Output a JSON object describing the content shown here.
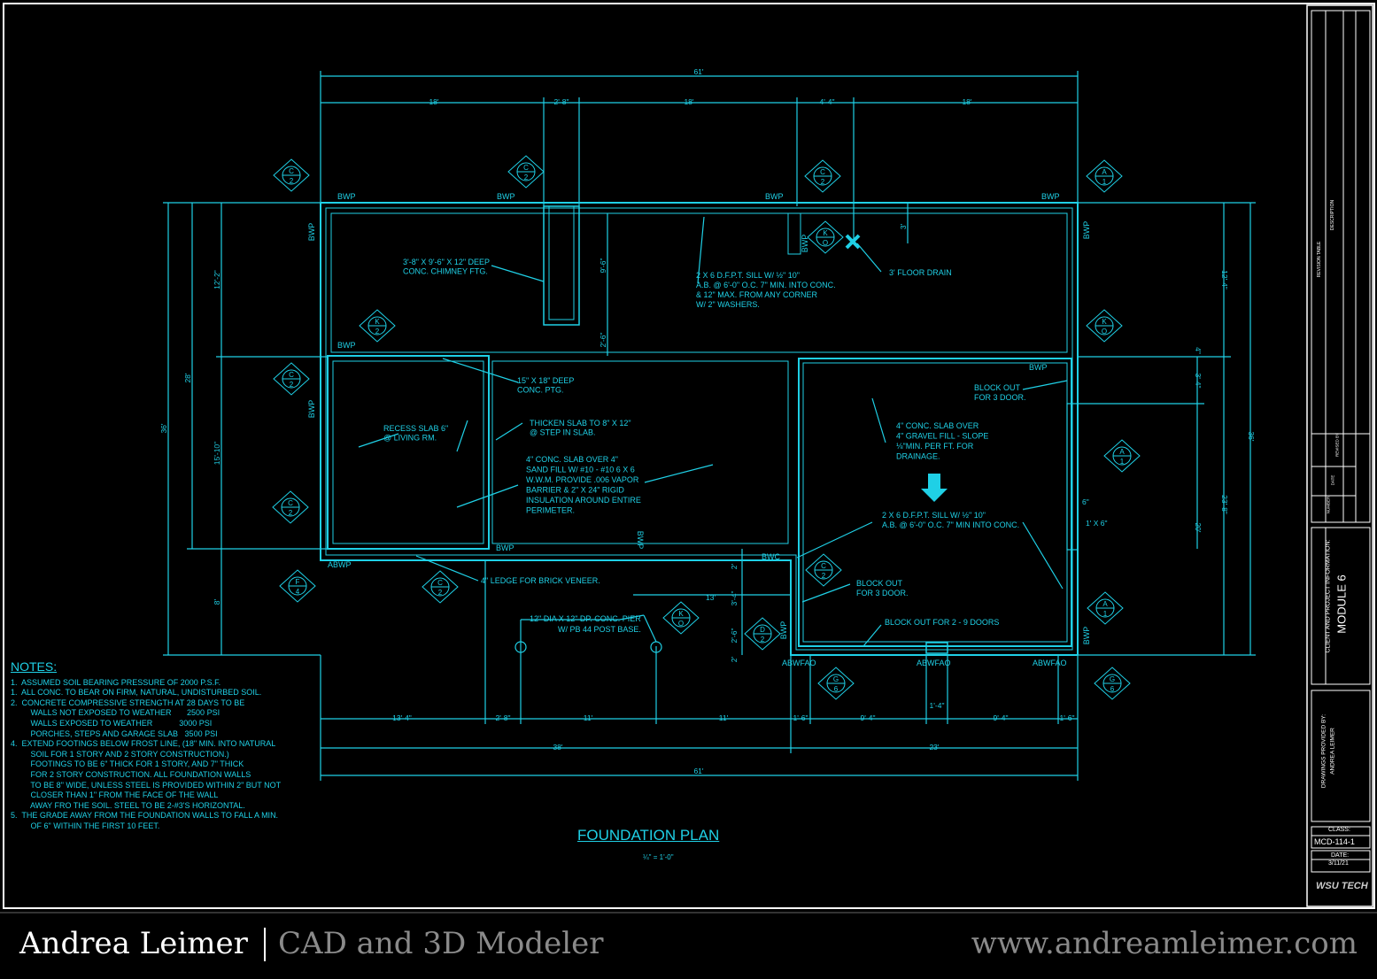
{
  "plan": {
    "title": "FOUNDATION PLAN",
    "scale": "¼\" = 1'-0\""
  },
  "notes": {
    "heading": "NOTES:",
    "lines": [
      "1.  ASSUMED SOIL BEARING PRESSURE OF 2000 P.S.F.",
      "1.  ALL CONC. TO BEAR ON FIRM, NATURAL, UNDISTURBED SOIL.",
      "2.  CONCRETE COMPRESSIVE STRENGTH AT 28 DAYS TO BE",
      "         WALLS NOT EXPOSED TO WEATHER       2500 PSI",
      "         WALLS EXPOSED TO WEATHER            3000 PSI",
      "         PORCHES, STEPS AND GARAGE SLAB   3500 PSI",
      "4.  EXTEND FOOTINGS BELOW FROST LINE, (18\" MIN. INTO NATURAL",
      "         SOIL FOR 1 STORY AND 2 STORY CONSTRUCTION.)",
      "         FOOTINGS TO BE 6\" THICK FOR 1 STORY, AND 7\" THICK",
      "         FOR 2 STORY CONSTRUCTION. ALL FOUNDATION WALLS",
      "         TO BE 8\" WIDE, UNLESS STEEL IS PROVIDED WITHIN 2\" BUT NOT",
      "         CLOSER THAN 1\" FROM THE FACE OF THE WALL",
      "         AWAY FRO THE SOIL. STEEL TO BE 2-#3'S HORIZONTAL.",
      "5.  THE GRADE AWAY FROM THE FOUNDATION WALLS TO FALL A MIN.",
      "         OF 6\" WITHIN THE FIRST 10 FEET."
    ]
  },
  "annotations": {
    "chimney": [
      "3'-8\" X 9'-6\" X 12\" DEEP",
      "CONC. CHIMNEY FTG."
    ],
    "sill_top": [
      "2 X 6 D.F.P.T. SILL W/ ½\" 10\"",
      "A.B. @ 6'-0\" O.C. 7\" MIN. INTO CONC.",
      "& 12\" MAX. FROM  ANY CORNER",
      "W/ 2\" WASHERS."
    ],
    "floor_drain": "3' FLOOR DRAIN",
    "ptg": [
      "15\" X 18\" DEEP",
      "CONC. PTG."
    ],
    "recess": [
      "RECESS SLAB 6\"",
      "@ LIVING RM."
    ],
    "thicken": [
      "THICKEN SLAB TO 8\" X 12\"",
      "@ STEP IN SLAB."
    ],
    "slab": [
      "4\" CONC. SLAB OVER 4\"",
      "SAND FILL W/ #10 - #10 6 X 6",
      "W.W.M. PROVIDE .006 VAPOR",
      "BARRIER & 2\" X 24\" RIGID",
      "INSULATION AROUND ENTIRE",
      "PERIMETER."
    ],
    "block_out_top": [
      "BLOCK OUT",
      "FOR 3 DOOR."
    ],
    "garage_slab": [
      "4\" CONC. SLAB OVER",
      "4\" GRAVEL FILL - SLOPE",
      "⅛\"MIN. PER FT. FOR",
      "DRAINAGE."
    ],
    "sill_garage": [
      "2 X 6 D.F.P.T. SILL W/ ½\" 10\"",
      "A.B. @ 6'-0\" O.C. 7\" MIN INTO CONC."
    ],
    "ledge": "4\" LEDGE FOR BRICK VENEER.",
    "block_out_mid": [
      "BLOCK OUT",
      "FOR 3 DOOR."
    ],
    "block_out_doors": "BLOCK OUT FOR 2 - 9 DOORS",
    "pier": [
      "12\" DIA X 12\" DP. CONC. PIER",
      "W/ PB 44 POST BASE."
    ]
  },
  "tags": {
    "bwp": "BWP",
    "abwp": "ABWP",
    "abwfao": "ABWFAO",
    "bwc": "BWC"
  },
  "section_marks": [
    {
      "top": "C",
      "bottom": "2"
    },
    {
      "top": "C",
      "bottom": "2"
    },
    {
      "top": "C",
      "bottom": "2"
    },
    {
      "top": "A",
      "bottom": "1"
    },
    {
      "top": "K",
      "bottom": "O"
    },
    {
      "top": "K",
      "bottom": "2"
    },
    {
      "top": "K",
      "bottom": "O"
    },
    {
      "top": "C",
      "bottom": "2"
    },
    {
      "top": "A",
      "bottom": "1"
    },
    {
      "top": "C",
      "bottom": "2"
    },
    {
      "top": "F",
      "bottom": "4"
    },
    {
      "top": "C",
      "bottom": "2"
    },
    {
      "top": "C",
      "bottom": "2"
    },
    {
      "top": "K",
      "bottom": "O"
    },
    {
      "top": "D",
      "bottom": "2"
    },
    {
      "top": "A",
      "bottom": "1"
    },
    {
      "top": "G",
      "bottom": "6"
    },
    {
      "top": "G",
      "bottom": "6"
    }
  ],
  "dimensions": {
    "overall_top": "61'",
    "top_row": [
      "18'",
      "2'-8\"",
      "18'",
      "4'-4\"",
      "18'"
    ],
    "left_36": "36'",
    "left_28": "28'",
    "left_8": "8'",
    "left_12_2": "12'-2\"",
    "left_15_10": "15'-10\"",
    "right_36": "36'",
    "right_12_4": "12'-4\"",
    "right_23_8": "23'-8\"",
    "right_3_4": "3'-4\"",
    "right_4": "4\"",
    "right_20": "20'",
    "right_6": "6\"",
    "right_1_6": "1' X 6\"",
    "chimney_9_6": "9'-6\"",
    "chimney_2_6": "2'-6\"",
    "drain_3": "3'",
    "mid_13": "13'",
    "mid_3_4": "3'-4\"",
    "mid_2_6": "2'-6\"",
    "mid_2": "2'",
    "mid_2b": "2'",
    "bottom_row1": [
      "13'-4\"",
      "2'-8\"",
      "11'",
      "11'",
      "1'-6\"",
      "9'-4\"",
      "1'-4\"",
      "9'-4\"",
      "1'-6\""
    ],
    "bottom_38": "38'",
    "bottom_23": "23'",
    "bottom_61": "61'"
  },
  "title_block": {
    "revision_table": "REVISION TABLE",
    "description": "DESCRIPTION",
    "number": "NUMBER",
    "date": "DATE",
    "revised_by": "REVISED BY",
    "client_info": "CLIENT AND PROJECT INFORMATION:",
    "module": "MODULE 6",
    "drawings_by": "DRAWINGS PROVIDED BY:",
    "author": "ANDREA LEIMER",
    "class_label": "CLASS:",
    "class_value": "MCD-114-1",
    "date_label": "DATE:",
    "date_value": "3/11/21",
    "logo": "WSU TECH"
  },
  "footer": {
    "name": "Andrea Leimer",
    "role": "CAD and 3D Modeler",
    "url": "www.andreamleimer.com"
  },
  "colors": {
    "line": "#1fd0e6",
    "background": "#000000",
    "frame": "#ffffff"
  }
}
